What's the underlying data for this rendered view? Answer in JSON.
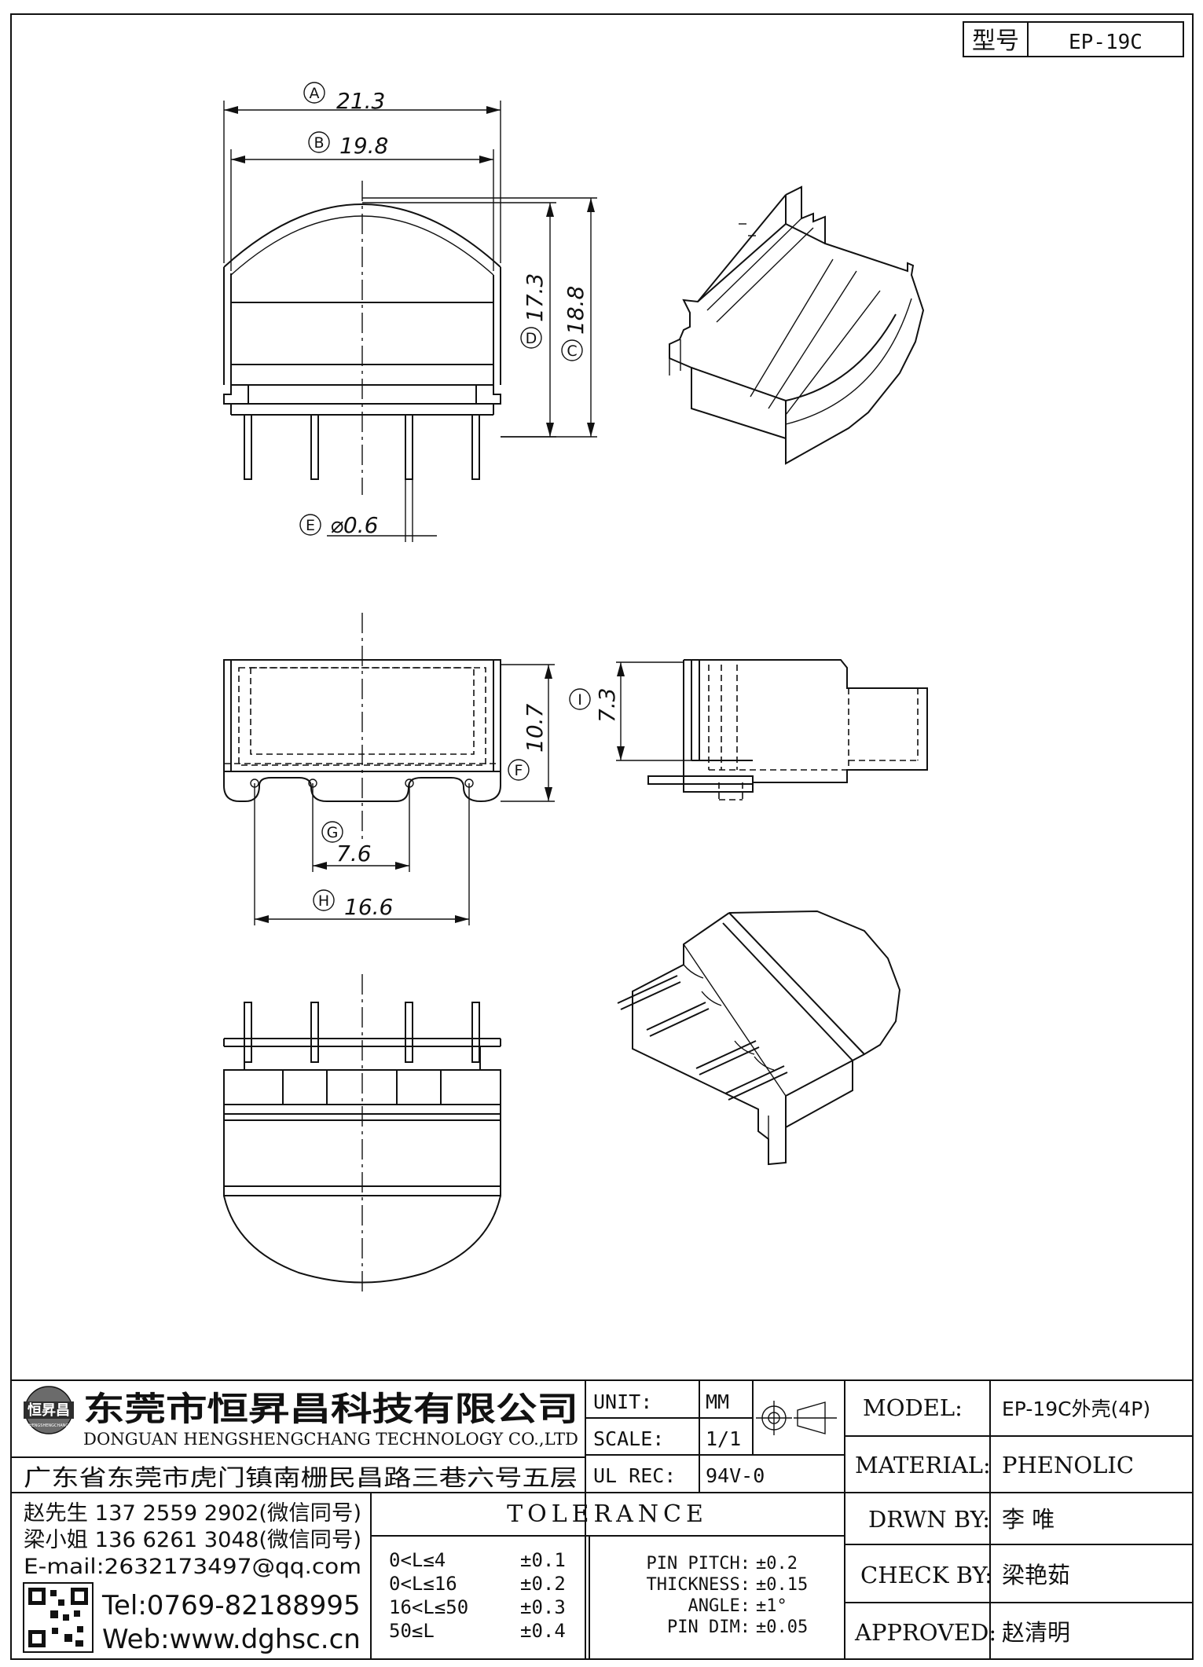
{
  "header": {
    "model_label": "型号",
    "model_value": "EP-19C"
  },
  "dimensions": {
    "A": {
      "letter": "A",
      "value": "21.3"
    },
    "B": {
      "letter": "B",
      "value": "19.8"
    },
    "C": {
      "letter": "C",
      "value": "18.8"
    },
    "D": {
      "letter": "D",
      "value": "17.3"
    },
    "E": {
      "letter": "E",
      "value": "⌀0.6"
    },
    "F": {
      "letter": "F",
      "value": "10.7"
    },
    "G": {
      "letter": "G",
      "value": "7.6"
    },
    "H": {
      "letter": "H",
      "value": "16.6"
    },
    "I": {
      "letter": "I",
      "value": "7.3"
    }
  },
  "company": {
    "logo_text": "恒昇昌",
    "logo_sub": "HENGSHENGCHANG",
    "name_cn": "东莞市恒昇昌科技有限公司",
    "name_en": "DONGUAN HENGSHENGCHANG TECHNOLOGY CO.,LTD",
    "address": "广东省东莞市虎门镇南栅民昌路三巷六号五层"
  },
  "spec": {
    "unit_label": "UNIT:",
    "unit_value": "MM",
    "scale_label": "SCALE:",
    "scale_value": "1/1",
    "ulrec_label": "UL REC:",
    "ulrec_value": "94V-0"
  },
  "contacts": {
    "line1": "赵先生 137 2559 2902(微信同号)",
    "line2": "梁小姐 136 6261 3048(微信同号)",
    "email": "E-mail:2632173497@qq.com",
    "tel": "Tel:0769-82188995",
    "web": "Web:www.dghsc.cn"
  },
  "tolerance": {
    "title": "TOLERANCE",
    "rows": [
      {
        "range": "0<L≤4",
        "value": "±0.1"
      },
      {
        "range": "0<L≤16",
        "value": "±0.2"
      },
      {
        "range": "16<L≤50",
        "value": "±0.3"
      },
      {
        "range": "50≤L",
        "value": "±0.4"
      }
    ],
    "extra": [
      {
        "label": "PIN PITCH:",
        "value": "±0.2"
      },
      {
        "label": "THICKNESS:",
        "value": "±0.15"
      },
      {
        "label": "ANGLE:",
        "value": "±1°"
      },
      {
        "label": "PIN DIM:",
        "value": "±0.05"
      }
    ]
  },
  "titleblock": {
    "model_label": "MODEL:",
    "model_value": "EP-19C外壳(4P)",
    "material_label": "MATERIAL:",
    "material_value": "PHENOLIC",
    "drwn_label": "DRWN BY:",
    "drwn_value": "李  唯",
    "check_label": "CHECK BY:",
    "check_value": "梁艳茹",
    "approved_label": "APPROVED:",
    "approved_value": "赵清明"
  }
}
